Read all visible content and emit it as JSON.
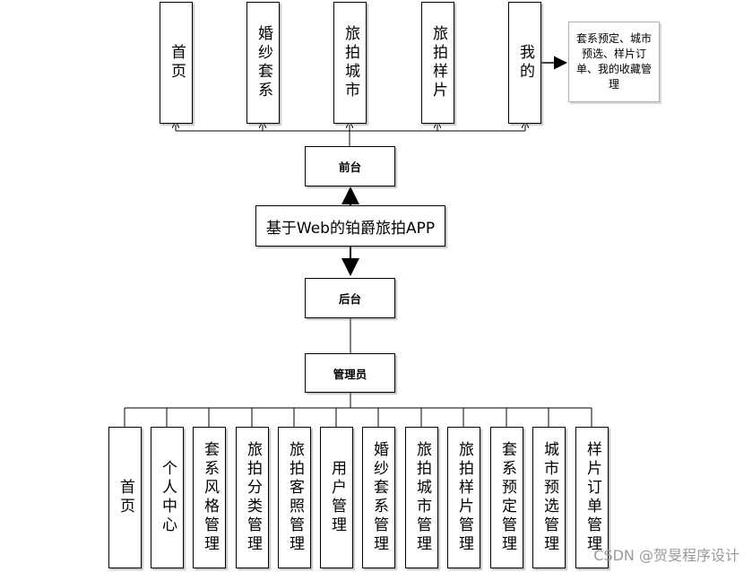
{
  "title": "基于Web的铂爵旅拍APP",
  "frontend": {
    "label": "前台",
    "items": [
      "首页",
      "婚纱套系",
      "旅拍城市",
      "旅拍样片",
      "我的"
    ],
    "note": "套系预定、城市预选、样片订单、我的收藏管理"
  },
  "backend": {
    "label": "后台",
    "role": "管理员",
    "items": [
      "首页",
      "个人中心",
      "套系风格管理",
      "旅拍分类管理",
      "旅拍客照管理",
      "用户管理",
      "婚纱套系管理",
      "旅拍城市管理",
      "旅拍样片管理",
      "套系预定管理",
      "城市预选管理",
      "样片订单管理"
    ]
  },
  "watermark": "CSDN @贺旻程序设计"
}
